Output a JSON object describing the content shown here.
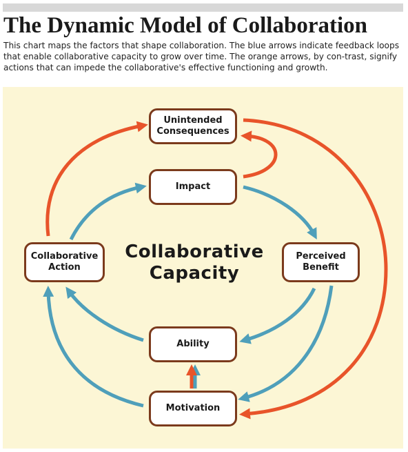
{
  "title": "The Dynamic Model of Collaboration",
  "subtitle": "This chart maps the factors that shape collaboration. The blue arrows indicate feedback loops that enable collaborative capacity to grow over time. The orange arrows, by con-trast, signify actions that can impede the collaborative's effective functioning and growth.",
  "center": {
    "line1": "Collaborative",
    "line2": "Capacity"
  },
  "nodes": {
    "unintended": {
      "line1": "Unintended",
      "line2": "Consequences"
    },
    "impact": {
      "line1": "Impact"
    },
    "perceived": {
      "line1": "Perceived",
      "line2": "Benefit"
    },
    "ability": {
      "line1": "Ability"
    },
    "motivation": {
      "line1": "Motivation"
    },
    "action": {
      "line1": "Collaborative",
      "line2": "Action"
    }
  },
  "colors": {
    "panel": "#fcf6d5",
    "node_border": "#7b3a1c",
    "blue_arrow": "#4f9fba",
    "orange_arrow": "#e8542a"
  }
}
